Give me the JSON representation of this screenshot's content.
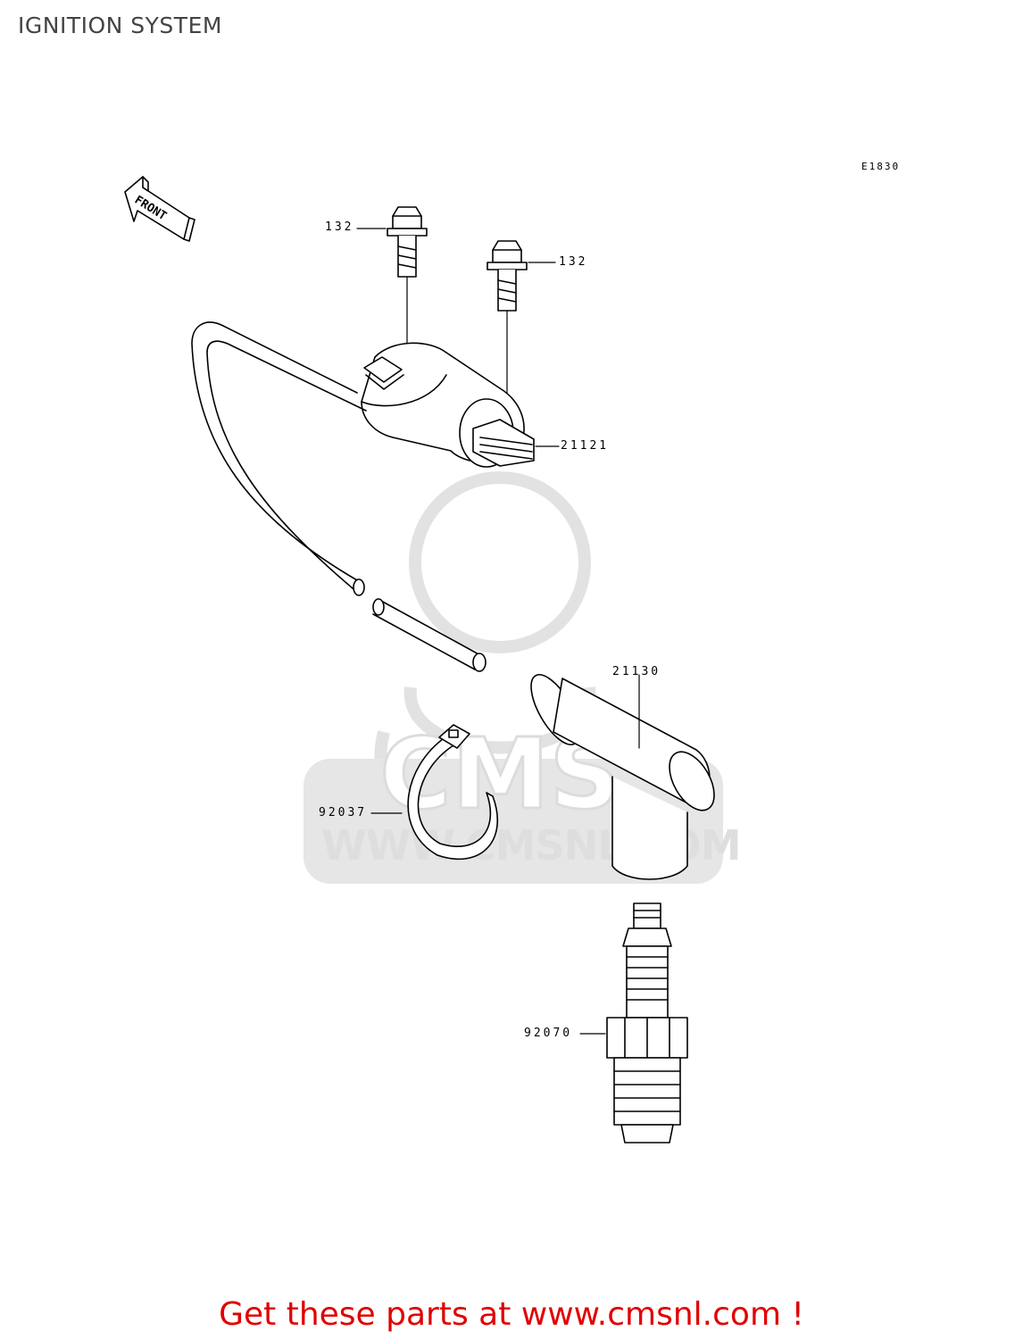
{
  "title": "IGNITION SYSTEM",
  "diagram_code": "E1830",
  "front_label": "FRONT",
  "parts": [
    {
      "id": "bolt-left",
      "number": "132"
    },
    {
      "id": "bolt-right",
      "number": "132"
    },
    {
      "id": "ignition-coil",
      "number": "21121"
    },
    {
      "id": "spark-plug-cap",
      "number": "21130"
    },
    {
      "id": "clamp",
      "number": "92037"
    },
    {
      "id": "spark-plug",
      "number": "92070"
    }
  ],
  "watermark": {
    "url": "WWW.CMSNL.COM",
    "brand": "CMS"
  },
  "footer": "Get these parts at www.cmsnl.com !",
  "colors": {
    "footer": "#e00000",
    "watermark": "#dedede",
    "line": "#000000"
  }
}
